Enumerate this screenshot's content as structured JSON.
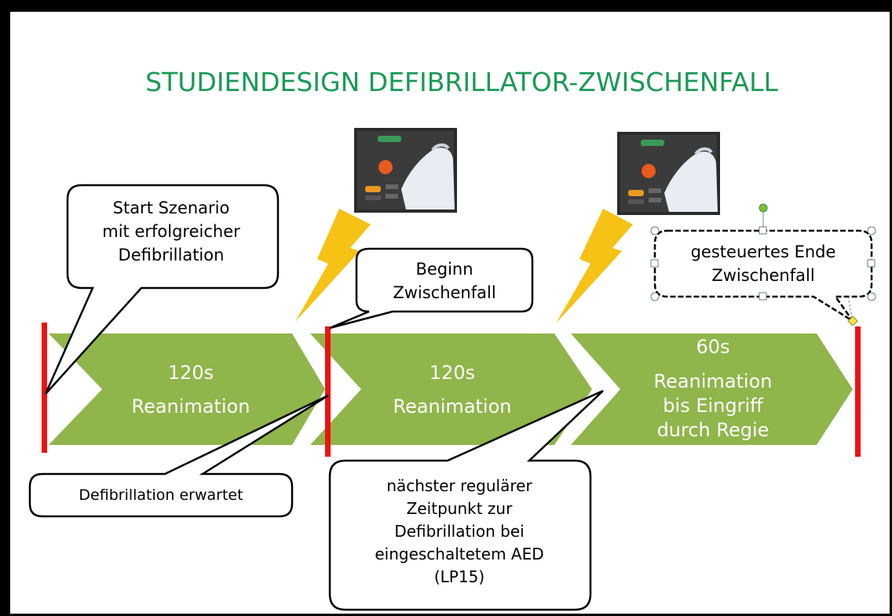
{
  "title": "STUDIENDESIGN DEFIBRILLATOR-ZWISCHENFALL",
  "colors": {
    "title": "#1a9a55",
    "arrow": "#8fb54b",
    "marker": "#ee1111",
    "lightning": "#f5c215",
    "frame": "#000000",
    "background": "#ffffff"
  },
  "phases": [
    {
      "line1": "120s",
      "line2": "Reanimation"
    },
    {
      "line1": "120s",
      "line2": "Reanimation"
    },
    {
      "line1": "60s",
      "line2": "Reanimation",
      "line3": "bis Eingriff",
      "line4": "durch Regie"
    }
  ],
  "callouts": {
    "start": [
      "Start Szenario",
      "mit erfolgreicher",
      "Defibrillation"
    ],
    "expected": [
      "Defibrillation erwartet"
    ],
    "begin": [
      "Beginn",
      "Zwischenfall"
    ],
    "next": [
      "nächster regulärer",
      "Zeitpunkt zur",
      "Defibrillation bei",
      "eingeschaltetem AED",
      "(LP15)"
    ],
    "end": [
      "gesteuertes Ende",
      "Zwischenfall"
    ]
  },
  "device_photo_icon": "defibrillator-panel-photo",
  "lightning_icon": "lightning-bolt-icon"
}
